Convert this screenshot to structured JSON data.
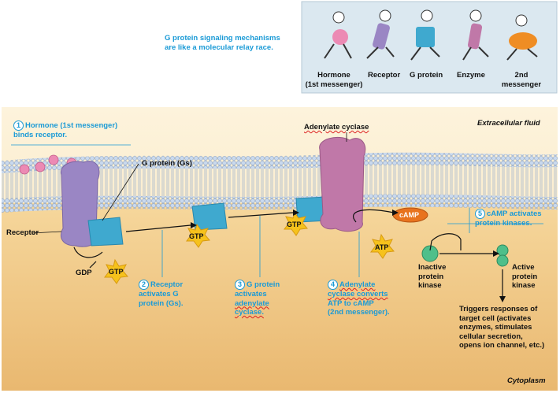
{
  "relay": {
    "caption_line1": "G protein signaling mechanisms",
    "caption_line2": "are like a molecular relay race.",
    "labels": [
      "Hormone",
      "(1st messenger)",
      "Receptor",
      "G protein",
      "Enzyme",
      "2nd",
      "messenger"
    ]
  },
  "regions": {
    "extracellular": "Extracellular fluid",
    "cytoplasm": "Cytoplasm"
  },
  "steps": [
    {
      "num": "1",
      "text": [
        "Hormone (1st messenger)",
        "binds receptor."
      ]
    },
    {
      "num": "2",
      "text": [
        "Receptor",
        "activates G",
        "protein (Gs)."
      ]
    },
    {
      "num": "3",
      "text": [
        "G protein",
        "activates",
        "adenylate",
        "cyclase."
      ]
    },
    {
      "num": "4",
      "text": [
        "Adenylate",
        "cyclase converts",
        "ATP to cAMP",
        "(2nd messenger)."
      ]
    },
    {
      "num": "5",
      "text": [
        "cAMP activates",
        "protein kinases."
      ]
    }
  ],
  "labels": {
    "adenylate_cyclase": "Adenylate cyclase",
    "g_protein": "G protein (Gs)",
    "receptor": "Receptor",
    "gdp": "GDP",
    "gtp": "GTP",
    "atp": "ATP",
    "camp": "cAMP",
    "inactive_kinase": [
      "Inactive",
      "protein",
      "kinase"
    ],
    "active_kinase": [
      "Active",
      "protein",
      "kinase"
    ],
    "responses": [
      "Triggers responses of",
      "target cell (activates",
      "enzymes, stimulates",
      "cellular secretion,",
      "opens ion channel, etc.)"
    ]
  },
  "colors": {
    "receptor": "#9a86c4",
    "gprotein": "#3fa9cf",
    "enzyme": "#c078a8",
    "camp": "#e8731e",
    "gtp": "#f6c21c",
    "text_blue": "#1a9ad6"
  }
}
